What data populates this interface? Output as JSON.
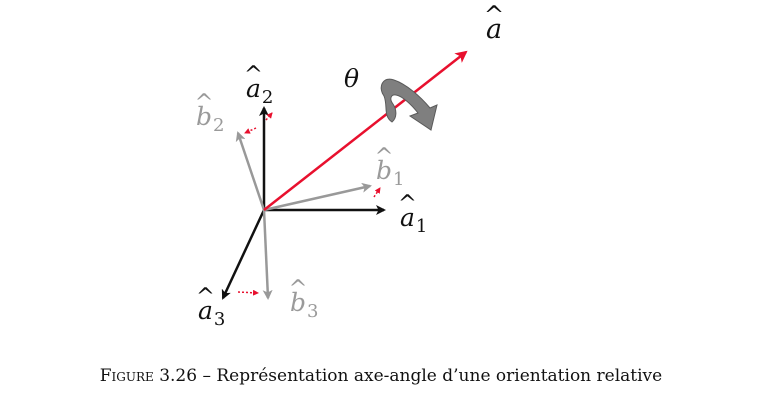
{
  "colors": {
    "reference_frame": "#111111",
    "body_frame": "#999999",
    "axis": "#e8102e",
    "rotation_arrow": "#7f7f7f"
  },
  "labels": {
    "axis": {
      "letter": "a"
    },
    "theta": "θ",
    "a1": {
      "letter": "a",
      "sub": "1"
    },
    "a2": {
      "letter": "a",
      "sub": "2"
    },
    "a3": {
      "letter": "a",
      "sub": "3"
    },
    "b1": {
      "letter": "b",
      "sub": "1"
    },
    "b2": {
      "letter": "b",
      "sub": "2"
    },
    "b3": {
      "letter": "b",
      "sub": "3"
    }
  },
  "caption": {
    "figure_word": "Figure",
    "number": "3.26",
    "separator": "–",
    "text": "Représentation axe-angle d’une orientation relative"
  }
}
